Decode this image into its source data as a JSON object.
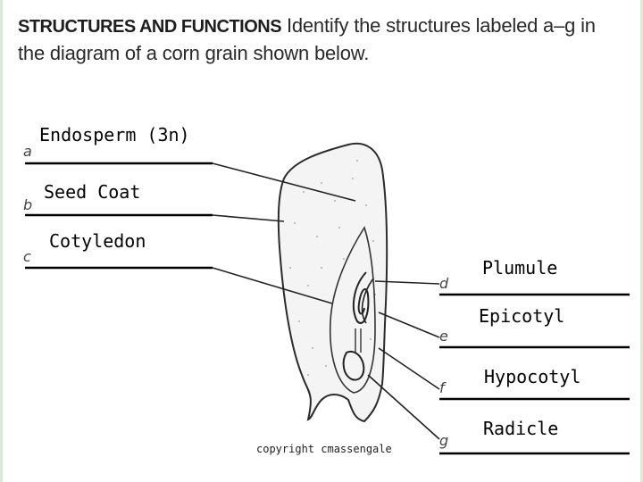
{
  "header": {
    "title_bold": "STRUCTURES AND FUNCTIONS",
    "instruction": "Identify the structures labeled a–g in the diagram of a corn grain shown below."
  },
  "labels": [
    {
      "letter": "a",
      "answer": "Endosperm (3n)"
    },
    {
      "letter": "b",
      "answer": "Seed Coat"
    },
    {
      "letter": "c",
      "answer": "Cotyledon"
    },
    {
      "letter": "d",
      "answer": "Plumule"
    },
    {
      "letter": "e",
      "answer": "Epicotyl"
    },
    {
      "letter": "f",
      "answer": "Hypocotyl"
    },
    {
      "letter": "g",
      "answer": "Radicle"
    }
  ],
  "copyright": "copyright cmassengale"
}
